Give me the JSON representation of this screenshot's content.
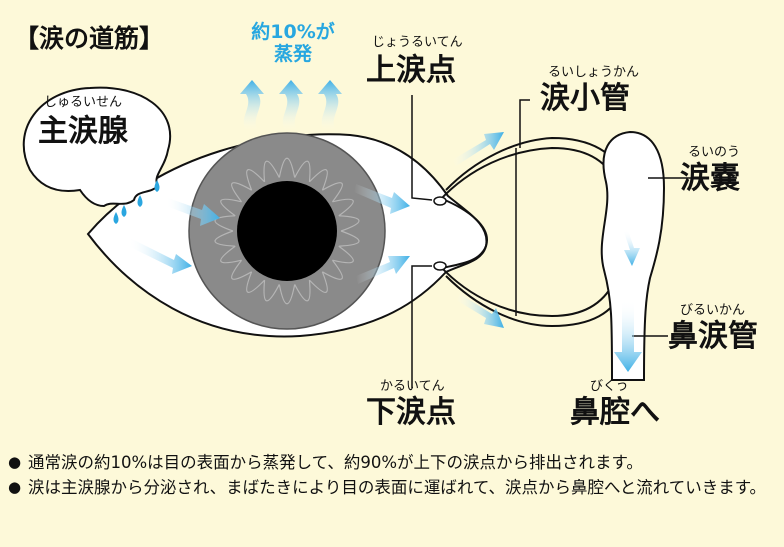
{
  "title": "【涙の道筋】",
  "evaporation": {
    "line1": "約10%が",
    "line2": "蒸発",
    "color": "#27a7e0"
  },
  "labels": {
    "main_gland": {
      "ruby": "しゅるいせん",
      "text": "主涙腺"
    },
    "upper_punctum": {
      "ruby": "じょうるいてん",
      "text": "上涙点"
    },
    "canaliculus": {
      "ruby": "るいしょうかん",
      "text": "涙小管"
    },
    "lacrimal_sac": {
      "ruby": "るいのう",
      "text": "涙嚢"
    },
    "nasolacrimal_duct": {
      "ruby": "びるいかん",
      "text": "鼻涙管"
    },
    "lower_punctum": {
      "ruby": "かるいてん",
      "text": "下涙点"
    },
    "to_nasal_cavity": {
      "ruby": "びくう",
      "text": "鼻腔へ"
    }
  },
  "notes": [
    {
      "bullet": "●",
      "text": "通常涙の約10%は目の表面から蒸発して、約90%が上下の涙点から排出されます。"
    },
    {
      "bullet": "●",
      "text": "涙は主涙腺から分泌され、まばたきにより目の表面に運ばれて、涙点から鼻腔へと流れていきます。"
    }
  ],
  "colors": {
    "background": "#fdf9d9",
    "iris": "#888888",
    "pupil": "#000000",
    "arrow": "#5bbfe9"
  }
}
